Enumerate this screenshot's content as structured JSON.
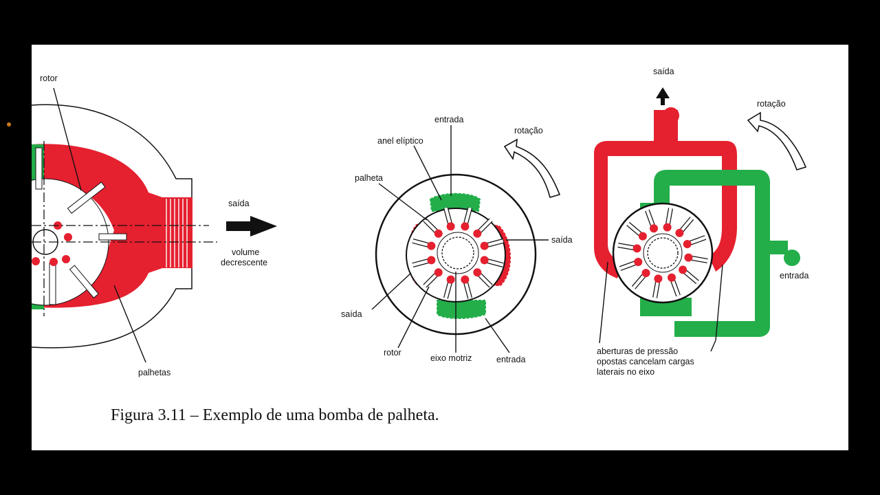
{
  "colors": {
    "pressure_red": "#e5202f",
    "suction_green": "#23ae4a",
    "background": "#000000",
    "slide": "#ffffff"
  },
  "figure1": {
    "rotor": "rotor",
    "saida": "saída",
    "volume_line1": "volume",
    "volume_line2": "decrescente",
    "palhetas": "palhetas"
  },
  "figure2": {
    "entrada_top": "entrada",
    "anel": "anel elíptico",
    "palheta": "palheta",
    "rotacao": "rotação",
    "saida_right": "saída",
    "saida_left": "saída",
    "rotor": "rotor",
    "eixo": "eixo motriz",
    "entrada_bottom": "entrada"
  },
  "figure3": {
    "saida": "saída",
    "rotacao": "rotação",
    "entrada": "entrada",
    "note_line1": "aberturas de pressão",
    "note_line2": "opostas cancelam cargas",
    "note_line3": "laterais no eixo"
  },
  "caption": "Figura 3.11 – Exemplo de uma bomba de palheta."
}
